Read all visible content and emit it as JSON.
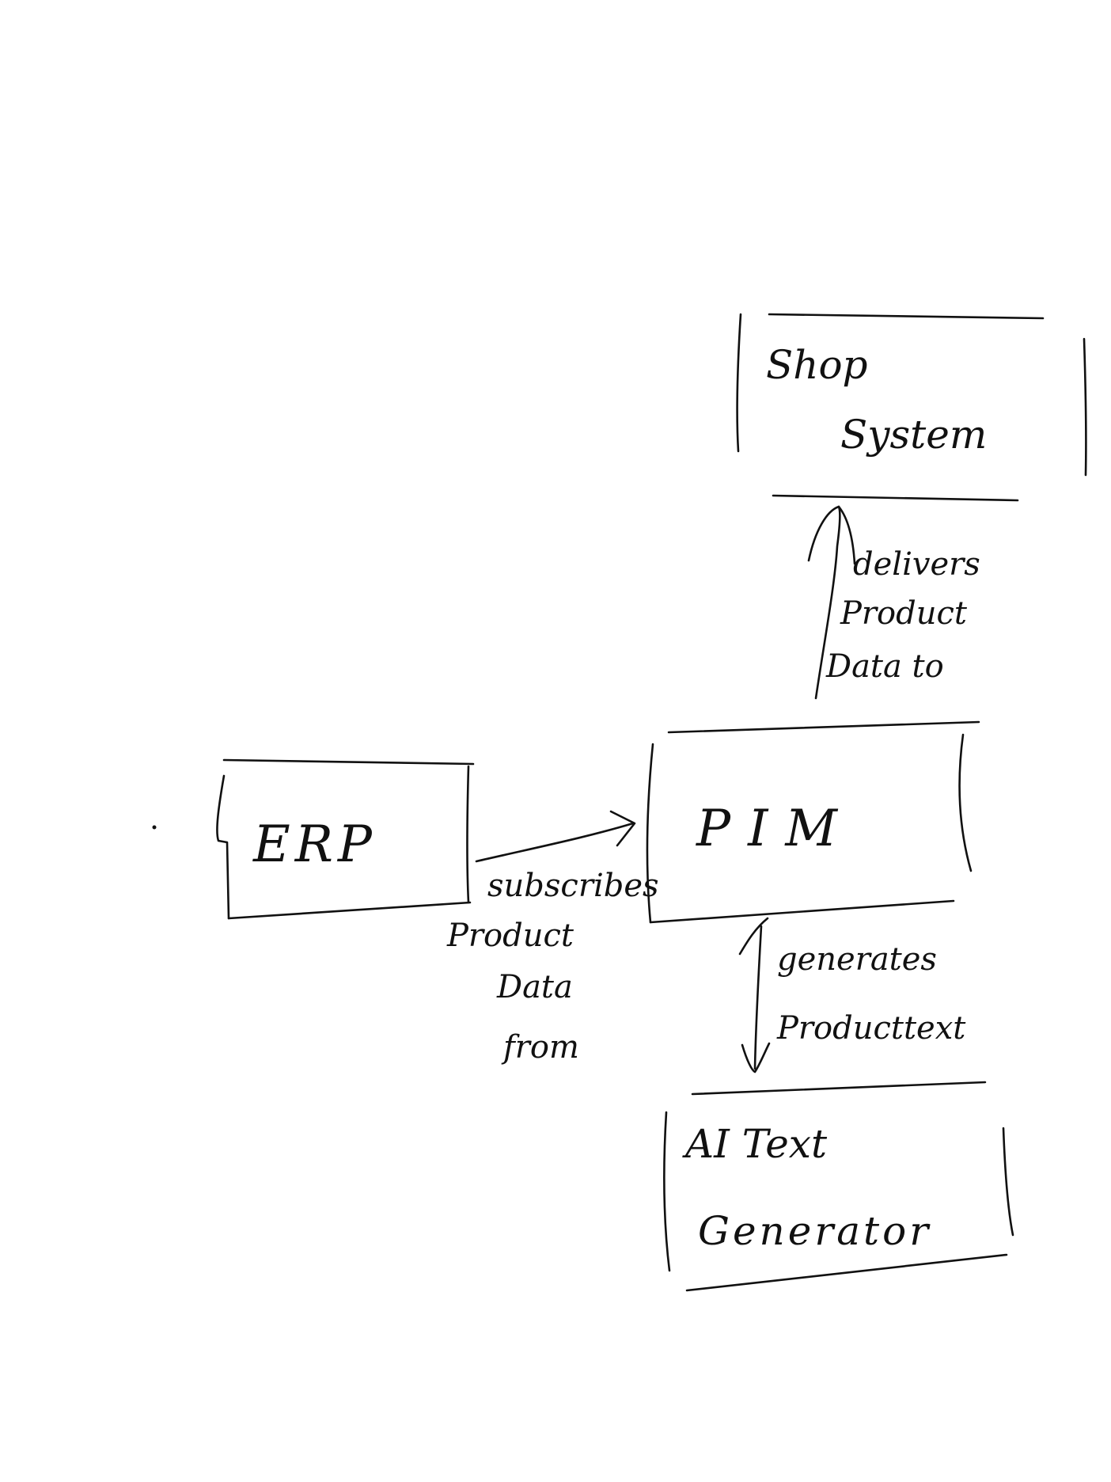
{
  "nodes": {
    "erp": {
      "label": "ERP"
    },
    "pim": {
      "label": "PIM"
    },
    "shop": {
      "label_lines": [
        "Shop",
        "System"
      ]
    },
    "ai": {
      "label_lines": [
        "AI Text",
        "Generator"
      ]
    }
  },
  "edges": {
    "erp_to_pim": {
      "label_lines": [
        "subscribes",
        "Product",
        "Data",
        "from"
      ]
    },
    "pim_to_shop": {
      "label_lines": [
        "delivers",
        "Product",
        "Data to"
      ]
    },
    "pim_ai": {
      "label_lines": [
        "generates",
        "Producttext"
      ]
    }
  },
  "colors": {
    "ink": "#111111",
    "paper": "#ffffff"
  }
}
